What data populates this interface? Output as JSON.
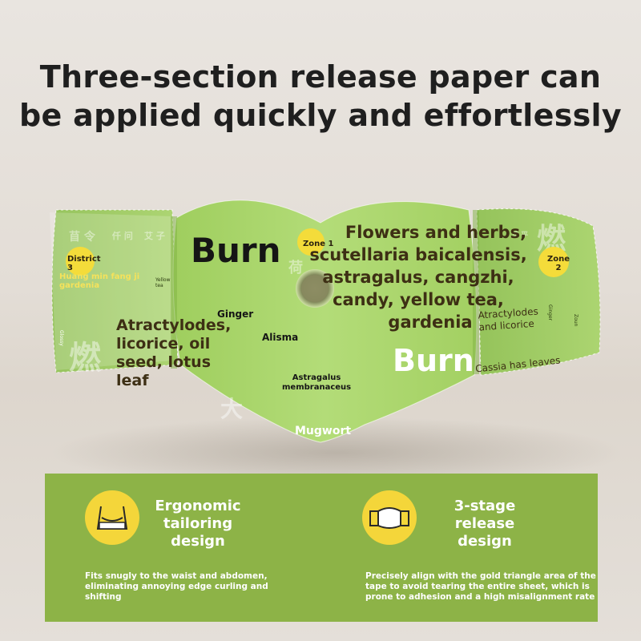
{
  "title_line1": "Three-section release paper can",
  "title_line2": "be applied quickly and effortlessly",
  "patch": {
    "district3": "District 3",
    "huang_min": "Huang min fang ji gardenia",
    "yellow_tea": "Yellow tea",
    "burn_left": "Burn",
    "zone1": "Zone 1",
    "flowers_herbs": [
      "Flowers and herbs,",
      "scutellaria baicalensis,",
      "astragalus, cangzhi,",
      "candy, yellow tea,",
      "gardenia"
    ],
    "ginger": "Ginger",
    "alisma": "Alisma",
    "atractylodes_left": [
      "Atractylodes,",
      "licorice, oil",
      "seed, lotus",
      "leaf"
    ],
    "astragalus_memb": [
      "Astragalus",
      "membranaceus"
    ],
    "mugwort": "Mugwort",
    "burn_right": "Burn",
    "zone2": "Zone 2",
    "atractylodes_right": [
      "Atractylodes",
      "and licorice"
    ],
    "cassia": "Cassia has leaves",
    "ginger_vertical": "Ginger",
    "zoun_vertical": "Zoun",
    "glossy_vertical": "Glossy"
  },
  "features": [
    {
      "title": [
        "Ergonomic",
        "tailoring",
        "design"
      ],
      "desc": [
        "Fits snugly to the waist and abdomen,",
        "eliminating annoying edge curling and",
        "shifting"
      ],
      "icon": "waist-outline-icon"
    },
    {
      "title": [
        "3-stage",
        "release",
        "design"
      ],
      "desc": [
        "Precisely align with the gold triangle area of the",
        "tape to avoid tearing the entire sheet, which is",
        "prone to adhesion and a high misalignment rate"
      ],
      "icon": "belt-patch-icon"
    }
  ],
  "colors": {
    "patch_green": "#a8d36a",
    "panel_green": "#8db347",
    "accent_yellow": "#f4d63a",
    "text_dark": "#3d2f14"
  }
}
